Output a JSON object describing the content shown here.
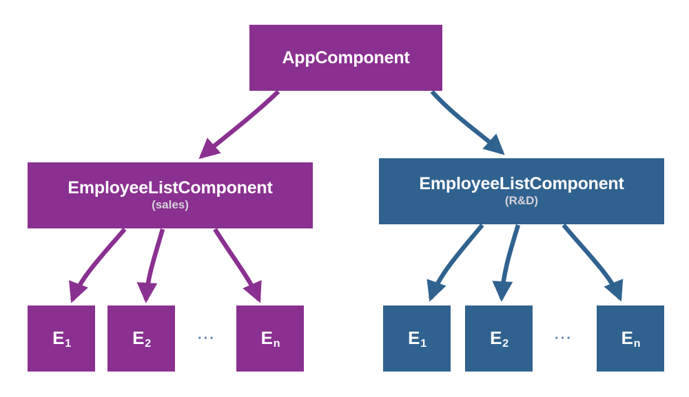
{
  "diagram": {
    "title": "Angular component tree with two EmployeeListComponent instances",
    "background": "#ffffff",
    "colors": {
      "purple": "#8a3090",
      "blue": "#30628f",
      "node_text": "#ffffff",
      "subtitle_text": "#d6d2da",
      "ellipsis": "#5a7fa6"
    }
  },
  "nodes": {
    "root": {
      "label": "AppComponent",
      "color": "#8a3090"
    },
    "sales_parent": {
      "label": "EmployeeListComponent",
      "subtitle": "(sales)",
      "color": "#8a3090"
    },
    "rnd_parent": {
      "label": "EmployeeListComponent",
      "subtitle": "(R&D)",
      "color": "#30628f"
    }
  },
  "leaves": {
    "sales": [
      {
        "base": "E",
        "sub": "1",
        "color": "#8a3090"
      },
      {
        "base": "E",
        "sub": "2",
        "color": "#8a3090"
      },
      {
        "base": "E",
        "sub": "n",
        "color": "#8a3090"
      }
    ],
    "rnd": [
      {
        "base": "E",
        "sub": "1",
        "color": "#30628f"
      },
      {
        "base": "E",
        "sub": "2",
        "color": "#30628f"
      },
      {
        "base": "E",
        "sub": "n",
        "color": "#30628f"
      }
    ]
  },
  "ellipsis": {
    "sales": "···",
    "rnd": "···"
  },
  "edges": [
    {
      "name": "root-to-sales",
      "color": "#8a3090"
    },
    {
      "name": "root-to-rnd",
      "color": "#30628f"
    },
    {
      "name": "sales-to-e1",
      "color": "#8a3090"
    },
    {
      "name": "sales-to-e2",
      "color": "#8a3090"
    },
    {
      "name": "sales-to-en",
      "color": "#8a3090"
    },
    {
      "name": "rnd-to-e1",
      "color": "#30628f"
    },
    {
      "name": "rnd-to-e2",
      "color": "#30628f"
    },
    {
      "name": "rnd-to-en",
      "color": "#30628f"
    }
  ]
}
